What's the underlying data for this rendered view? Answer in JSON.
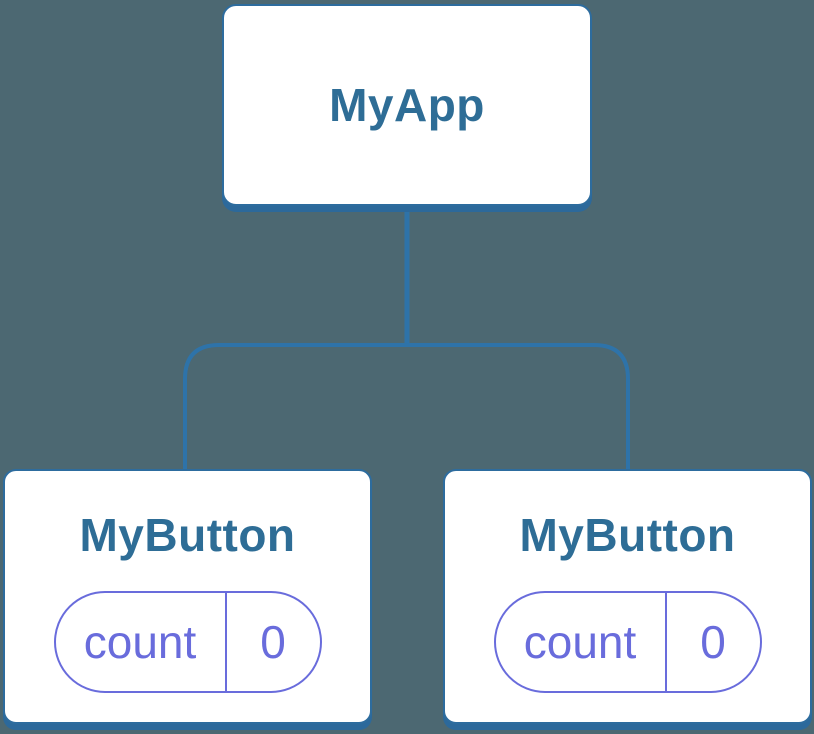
{
  "tree": {
    "root": {
      "title": "MyApp"
    },
    "children": [
      {
        "title": "MyButton",
        "state": {
          "label": "count",
          "value": "0"
        }
      },
      {
        "title": "MyButton",
        "state": {
          "label": "count",
          "value": "0"
        }
      }
    ]
  },
  "colors": {
    "background": "#4C6872",
    "connector": "#2E73A9",
    "node_border": "#2D6C9E",
    "node_shadow": "#2C699B",
    "node_fill": "#FFFFFF",
    "title_text": "#2E6D96",
    "state_accent": "#696CDC"
  }
}
